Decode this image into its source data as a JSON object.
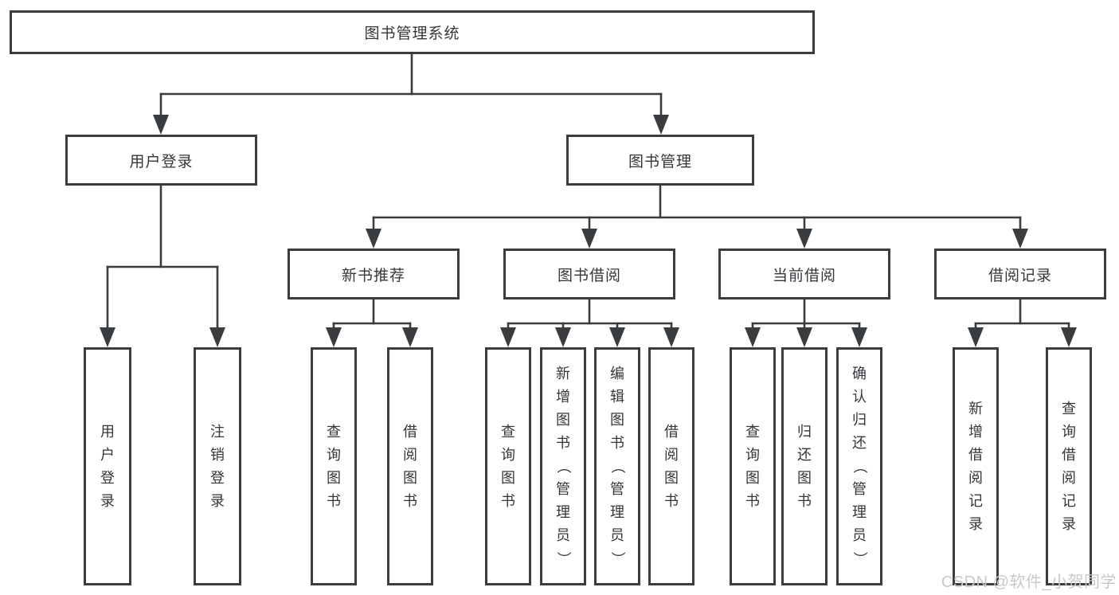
{
  "colors": {
    "line": "#3a3d40",
    "text": "#33363a",
    "box_background": "#ffffff",
    "watermark": "#c8c8c8"
  },
  "watermark": {
    "text": "CSDN @软件_小贺同学"
  },
  "tree": {
    "label": "图书管理系统",
    "children": [
      {
        "label": "用户登录",
        "children": [
          {
            "label": "用户登录"
          },
          {
            "label": "注销登录"
          }
        ]
      },
      {
        "label": "图书管理",
        "children": [
          {
            "label": "新书推荐",
            "children": [
              {
                "label": "查询图书"
              },
              {
                "label": "借阅图书"
              }
            ]
          },
          {
            "label": "图书借阅",
            "children": [
              {
                "label": "查询图书"
              },
              {
                "label": "新增图书（管理员）"
              },
              {
                "label": "编辑图书（管理员）"
              },
              {
                "label": "借阅图书"
              }
            ]
          },
          {
            "label": "当前借阅",
            "children": [
              {
                "label": "查询图书"
              },
              {
                "label": "归还图书"
              },
              {
                "label": "确认归还（管理员）"
              }
            ]
          },
          {
            "label": "借阅记录",
            "children": [
              {
                "label": "新增借阅记录"
              },
              {
                "label": "查询借阅记录"
              }
            ]
          }
        ]
      }
    ]
  }
}
